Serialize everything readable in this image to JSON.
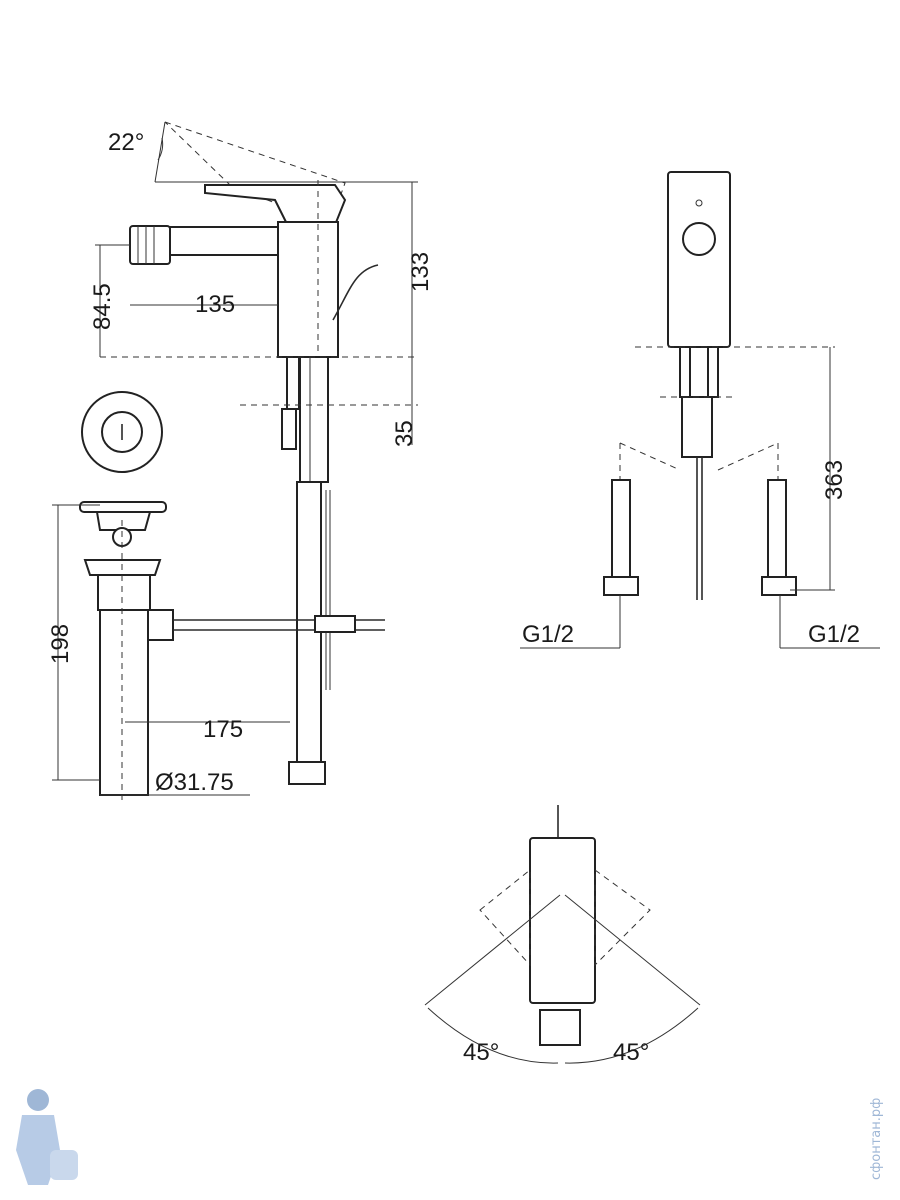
{
  "dimensions": {
    "lever_angle": "22°",
    "spout_height": "84.5",
    "spout_reach": "135",
    "total_height": "133",
    "tail_length": "35",
    "waste_height": "198",
    "waste_rod": "175",
    "waste_diameter": "Ø31.75",
    "hose_length": "363",
    "thread_left": "G1/2",
    "thread_right": "G1/2",
    "swivel_left": "45°",
    "swivel_right": "45°"
  },
  "watermark": "сфонтан.рф",
  "colors": {
    "line": "#2b2b2b",
    "watermark": "#9fb7d6"
  }
}
